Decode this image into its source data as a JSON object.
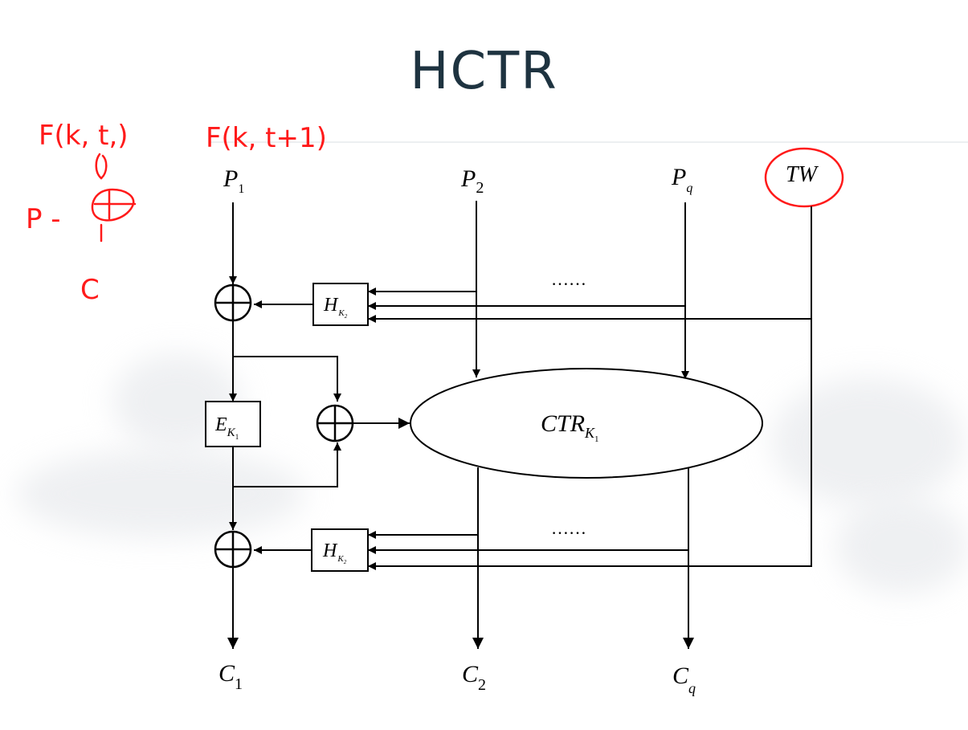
{
  "title": "HCTR",
  "handwritten": {
    "note1": "F(k, t,)",
    "note2": "F(k, t+1)",
    "note3": "P -",
    "note4": "C"
  },
  "inputs": {
    "p1": "P",
    "p1_sub": "1",
    "p2": "P",
    "p2_sub": "2",
    "pq": "P",
    "pq_sub": "q",
    "tw": "TW"
  },
  "outputs": {
    "c1": "C",
    "c1_sub": "1",
    "c2": "C",
    "c2_sub": "2",
    "cq": "C",
    "cq_sub": "q"
  },
  "blocks": {
    "hash_top": "H",
    "hash_top_sub": "K",
    "hash_bottom": "H",
    "hash_bottom_sub": "K",
    "hash_sub_sub": "2",
    "encrypt": "E",
    "encrypt_sub": "K",
    "encrypt_sub_sub": "1",
    "ctr": "CTR",
    "ctr_sub": "K",
    "ctr_sub_sub": "1"
  },
  "ellipsis_top": "……",
  "ellipsis_bottom": "……",
  "colors": {
    "ink": "#000000",
    "annotation": "#ff1a1a",
    "title": "#1e3340"
  }
}
